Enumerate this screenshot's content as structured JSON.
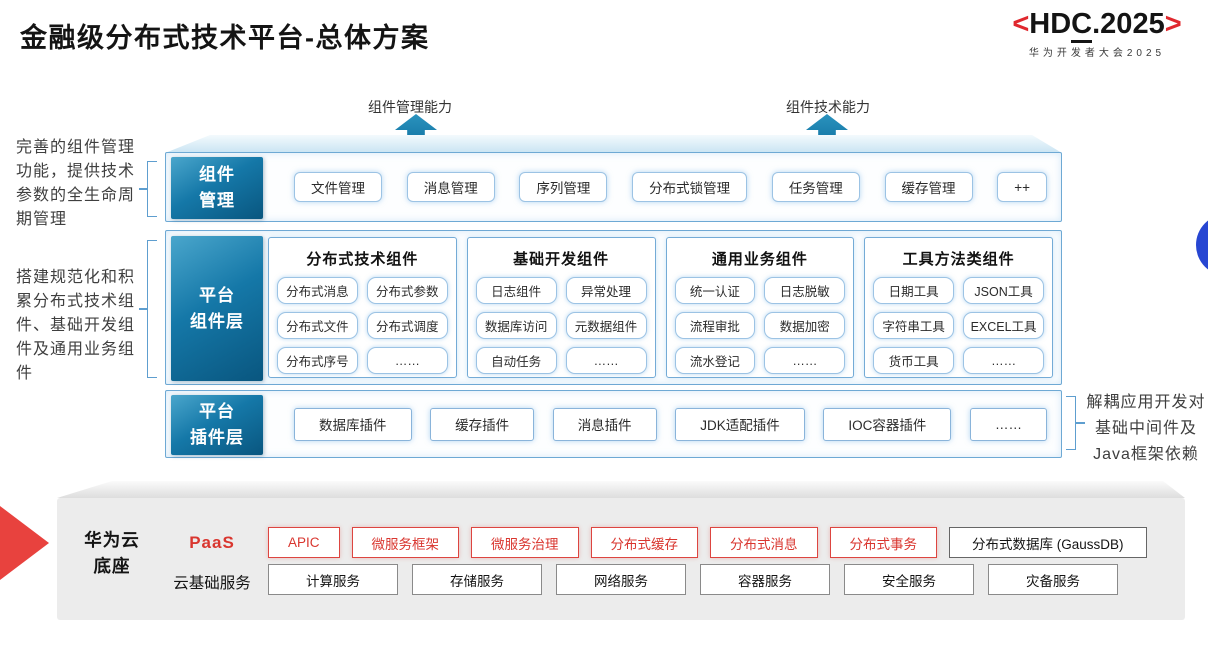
{
  "header": {
    "title": "金融级分布式技术平台-总体方案",
    "logo": {
      "open_bracket": "<",
      "hd": "HD",
      "c": "C",
      "rest": ".2025",
      "close_bracket": ">",
      "subtitle": "华为开发者大会2025"
    }
  },
  "annotations": {
    "left_top": "完善的组件管理功能，提供技术参数的全生命周期管理",
    "left_middle": "搭建规范化和积累分布式技术组件、基础开发组件及通用业务组件",
    "right": "解耦应用开发对基础中间件及Java框架依赖"
  },
  "capability_arrows": {
    "icon": "up-block-arrow",
    "left_label": "组件管理能力",
    "right_label": "组件技术能力"
  },
  "layers": {
    "component_management": {
      "label_line1": "组件",
      "label_line2": "管理",
      "items": [
        "文件管理",
        "消息管理",
        "序列管理",
        "分布式锁管理",
        "任务管理",
        "缓存管理",
        "++"
      ]
    },
    "platform_components": {
      "label_line1": "平台",
      "label_line2": "组件层",
      "groups": [
        {
          "title": "分布式技术组件",
          "items": [
            "分布式消息",
            "分布式参数",
            "分布式文件",
            "分布式调度",
            "分布式序号",
            "……"
          ]
        },
        {
          "title": "基础开发组件",
          "items": [
            "日志组件",
            "异常处理",
            "数据库访问",
            "元数据组件",
            "自动任务",
            "……"
          ]
        },
        {
          "title": "通用业务组件",
          "items": [
            "统一认证",
            "日志脱敏",
            "流程审批",
            "数据加密",
            "流水登记",
            "……"
          ]
        },
        {
          "title": "工具方法类组件",
          "items": [
            "日期工具",
            "JSON工具",
            "字符串工具",
            "EXCEL工具",
            "货币工具",
            "……"
          ]
        }
      ]
    },
    "platform_plugins": {
      "label_line1": "平台",
      "label_line2": "插件层",
      "items": [
        "数据库插件",
        "缓存插件",
        "消息插件",
        "JDK适配插件",
        "IOC容器插件",
        "……"
      ]
    }
  },
  "foundation": {
    "pointer_icon": "right-triangle-arrow",
    "label_line1": "华为云",
    "label_line2": "底座",
    "paas": {
      "label": "PaaS",
      "items": [
        "APIC",
        "微服务框架",
        "微服务治理",
        "分布式缓存",
        "分布式消息",
        "分布式事务"
      ],
      "db_item": "分布式数据库 (GaussDB)"
    },
    "cloud": {
      "label": "云基础服务",
      "items": [
        "计算服务",
        "存储服务",
        "网络服务",
        "容器服务",
        "安全服务",
        "灾备服务"
      ]
    }
  },
  "colors": {
    "layer_label_teal": "#0d6295",
    "row_border_blue": "#6ea9d4",
    "cell_border_blue": "#9cc3e4",
    "arrow_teal": "#1b7ca6",
    "paas_red": "#d9362f",
    "pointer_red": "#e8423e",
    "brand_red": "#e0282e",
    "circle_blue": "#2746d2",
    "panel_gray": "#ececec"
  }
}
